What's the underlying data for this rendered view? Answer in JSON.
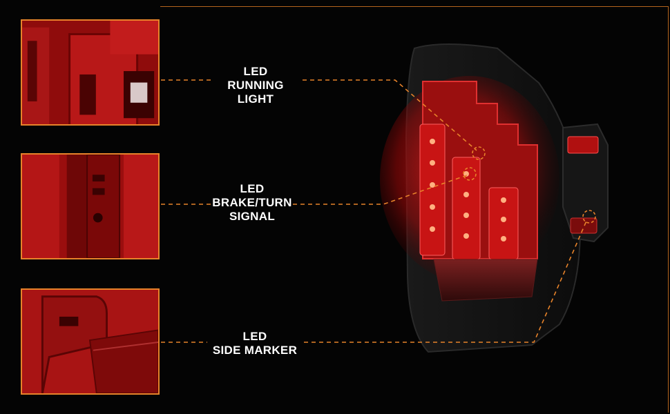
{
  "features": [
    {
      "id": "running",
      "lines": [
        "LED",
        "RUNNING",
        "LIGHT"
      ]
    },
    {
      "id": "brake",
      "lines": [
        "LED",
        "BRAKE/TURN",
        "SIGNAL"
      ]
    },
    {
      "id": "marker",
      "lines": [
        "LED",
        "SIDE MARKER"
      ]
    }
  ],
  "colors": {
    "accent": "#e8832a",
    "led_red": "#ff2a2a",
    "lens_red": "#8f0c0c",
    "background": "#040404"
  }
}
